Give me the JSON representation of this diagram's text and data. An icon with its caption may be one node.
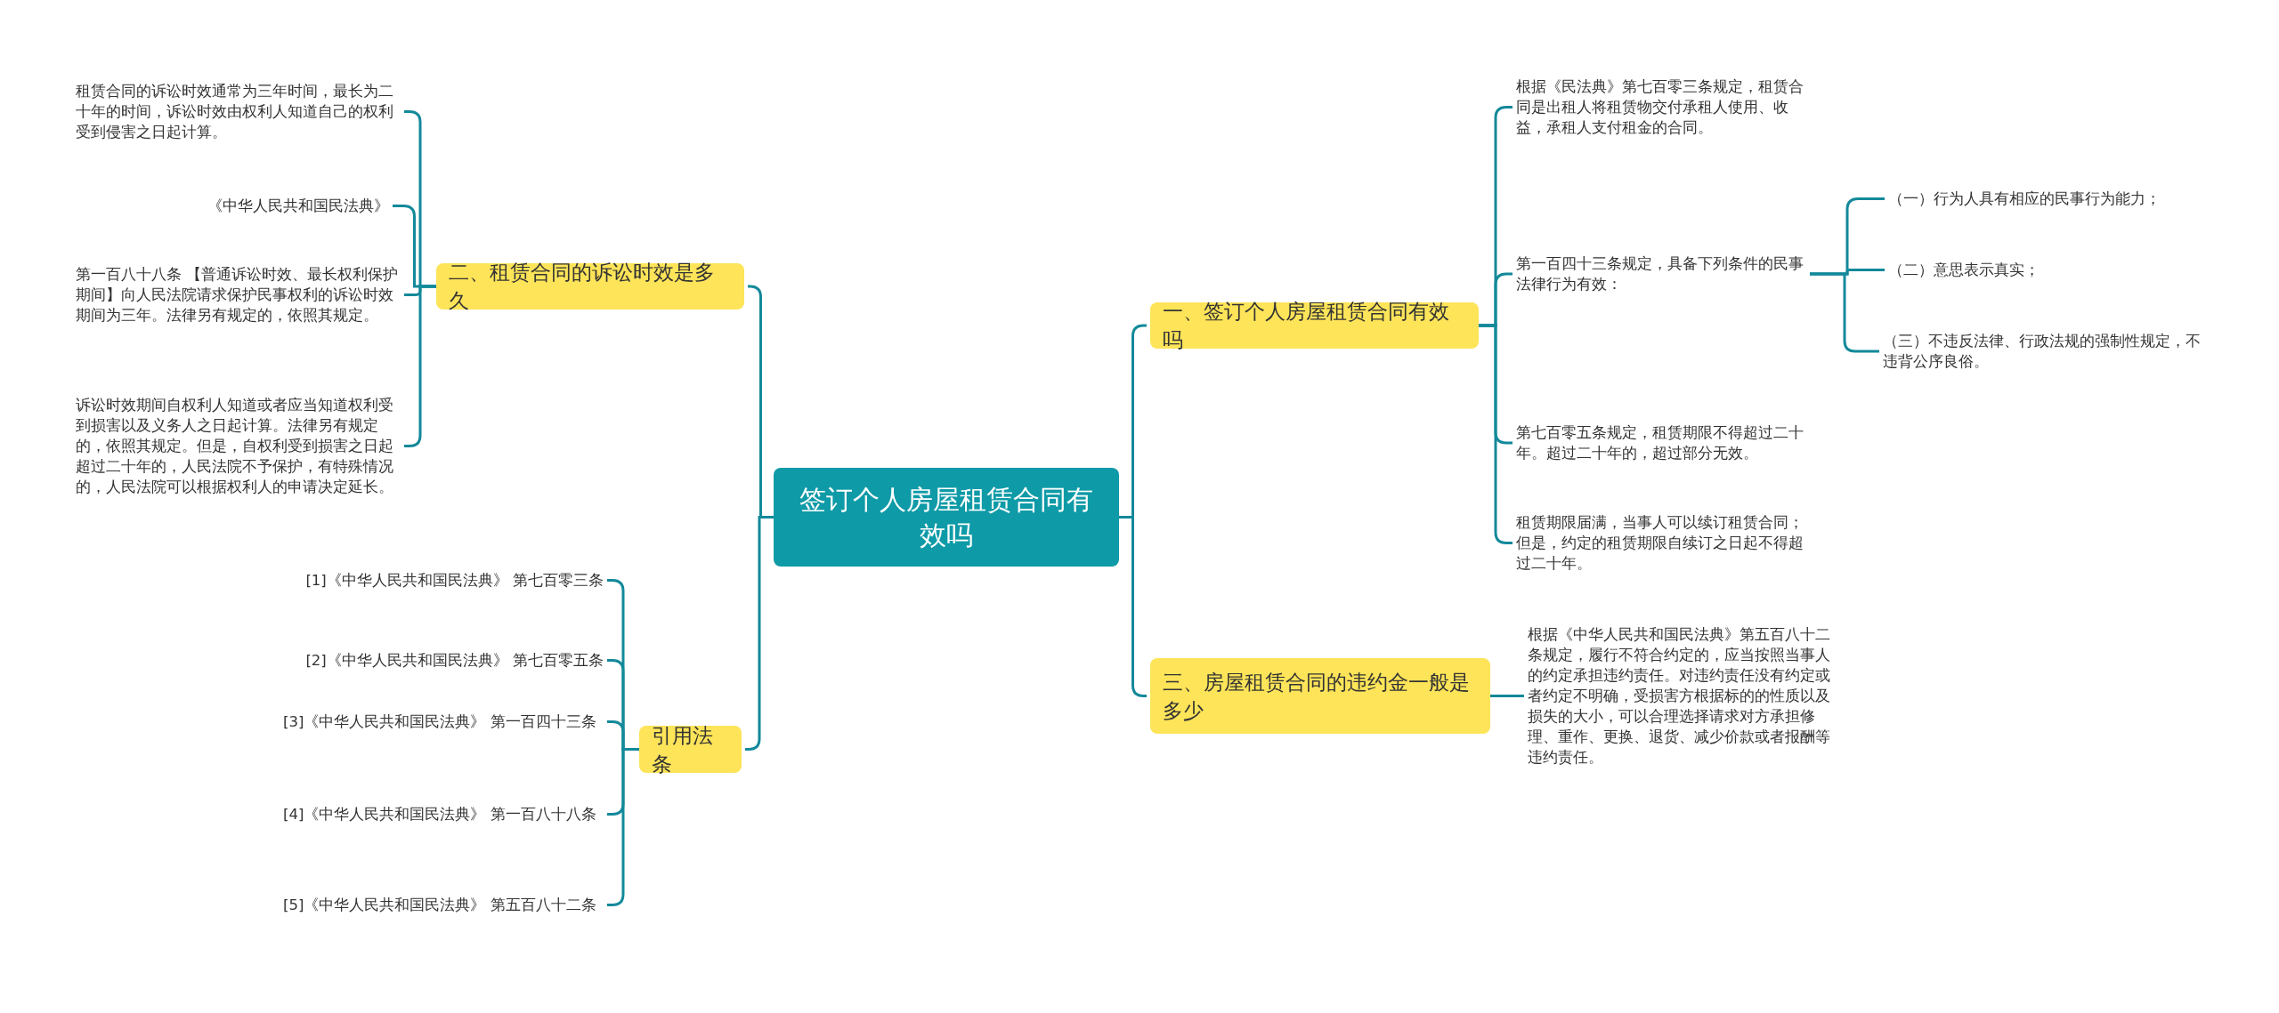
{
  "diagram": {
    "nodes": [
      {
        "text": [
          "签订个人房屋租赁合同有效吗"
        ]
      },
      {
        "text": [
          "一、签订个人房屋租赁合同有效吗"
        ]
      },
      {
        "text": [
          "根据《民法典》第七百零三条规定，租赁合同是出租人将租赁物交付承租人使用、收益，承租人支付租金的合同。"
        ]
      },
      {
        "text": [
          "第一百四十三条规定，具备下列条件的民事法律行为有效："
        ]
      },
      {
        "text": [
          "（一）行为人具有相应的民事行为能力；"
        ]
      },
      {
        "text": [
          "（二）意思表示真实；"
        ]
      },
      {
        "text": [
          "（三）不违反法律、行政法规的强制性规定，不违背公序良俗。"
        ]
      },
      {
        "text": [
          "第七百零五条规定，租赁期限不得超过二十年。超过二十年的，超过部分无效。"
        ]
      },
      {
        "text": [
          "租赁期限届满，当事人可以续订租赁合同；但是，约定的租赁期限自续订之日起不得超过二十年。"
        ]
      },
      {
        "text": [
          "三、房屋租赁合同的违约金一般是多少"
        ]
      },
      {
        "text": [
          "根据《中华人民共和国民法典》第五百八十二条规定，履行不符合约定的，应当按照当事人的约定承担违约责任。对违约责任没有约定或者约定不明确，受损害方根据标的的性质以及损失的大小，可以合理选择请求对方承担修理、重作、更换、退货、减少价款或者报酬等违约责任。"
        ]
      },
      {
        "text": [
          "二、租赁合同的诉讼时效是多久"
        ]
      },
      {
        "text": [
          "租赁合同的诉讼时效通常为三年时间，最长为二十年的时间，诉讼时效由权利人知道自己的权利受到侵害之日起计算。"
        ]
      },
      {
        "text": [
          "《中华人民共和国民法典》"
        ]
      },
      {
        "text": [
          "第一百八十八条 【普通诉讼时效、最长权利保护期间】向人民法院请求保护民事权利的诉讼时效期间为三年。法律另有规定的，依照其规定。"
        ]
      },
      {
        "text": [
          "诉讼时效期间自权利人知道或者应当知道权利受到损害以及义务人之日起计算。法律另有规定的，依照其规定。但是，自权利受到损害之日起超过二十年的，人民法院不予保护，有特殊情况的，人民法院可以根据权利人的申请决定延长。"
        ]
      },
      {
        "text": [
          "引用法条"
        ]
      },
      {
        "text": [
          "[1]《中华人民共和国民法典》 第七百零三条"
        ]
      },
      {
        "text": [
          "[2]《中华人民共和国民法典》 第七百零五条"
        ]
      },
      {
        "text": [
          "[3]《中华人民共和国民法典》 第一百四十三条"
        ]
      },
      {
        "text": [
          "[4]《中华人民共和国民法典》 第一百八十八条"
        ]
      },
      {
        "text": [
          "[5]《中华人民共和国民法典》 第五百八十二条"
        ]
      }
    ],
    "edges": [
      {
        "from": 0,
        "to": 1,
        "arrow": "none"
      },
      {
        "from": 1,
        "to": 2,
        "arrow": "none"
      },
      {
        "from": 1,
        "to": 3,
        "arrow": "none"
      },
      {
        "from": 3,
        "to": 4,
        "arrow": "none"
      },
      {
        "from": 3,
        "to": 5,
        "arrow": "none"
      },
      {
        "from": 3,
        "to": 6,
        "arrow": "none"
      },
      {
        "from": 1,
        "to": 7,
        "arrow": "none"
      },
      {
        "from": 1,
        "to": 8,
        "arrow": "none"
      },
      {
        "from": 0,
        "to": 9,
        "arrow": "none"
      },
      {
        "from": 9,
        "to": 10,
        "arrow": "none"
      },
      {
        "from": 0,
        "to": 11,
        "arrow": "none"
      },
      {
        "from": 11,
        "to": 12,
        "arrow": "none"
      },
      {
        "from": 11,
        "to": 13,
        "arrow": "none"
      },
      {
        "from": 11,
        "to": 14,
        "arrow": "none"
      },
      {
        "from": 11,
        "to": 15,
        "arrow": "none"
      },
      {
        "from": 0,
        "to": 16,
        "arrow": "none"
      },
      {
        "from": 16,
        "to": 17,
        "arrow": "none"
      },
      {
        "from": 16,
        "to": 18,
        "arrow": "none"
      },
      {
        "from": 16,
        "to": 19,
        "arrow": "none"
      },
      {
        "from": 16,
        "to": 20,
        "arrow": "none"
      },
      {
        "from": 16,
        "to": 21,
        "arrow": "none"
      }
    ]
  }
}
